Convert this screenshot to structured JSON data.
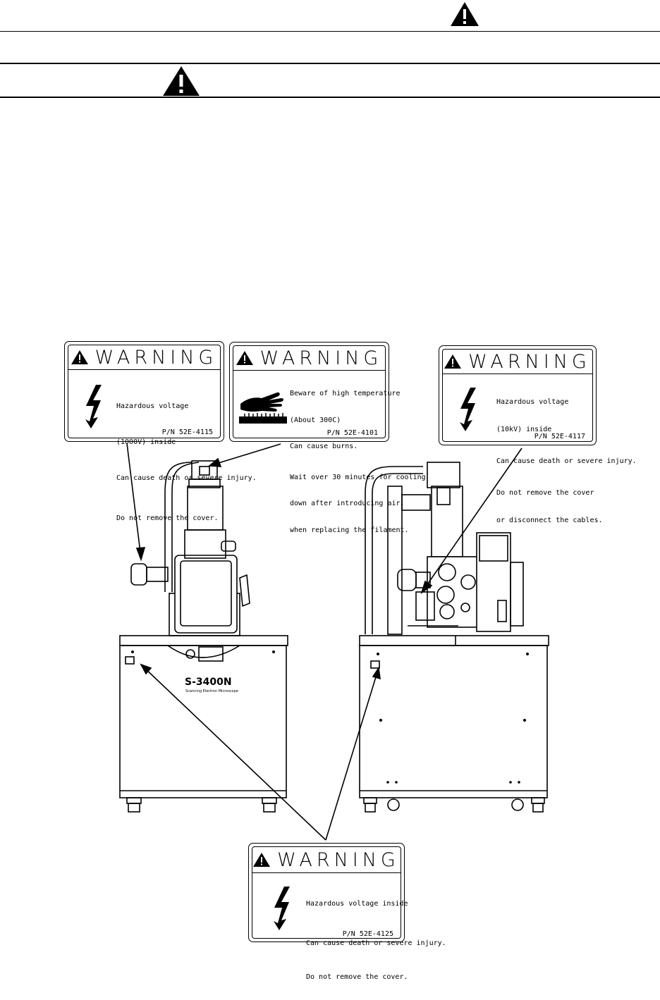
{
  "header": {
    "top_warning_icon": "warning-triangle-icon",
    "second_warning_icon": "warning-triangle-icon"
  },
  "labels": {
    "left": {
      "title": "WARNING",
      "icon": "lightning-bolt-icon",
      "lines": [
        "Hazardous voltage",
        "(1000V) inside",
        "Can cause death or severe injury.",
        "Do not remove the cover."
      ],
      "part_number": "P/N 52E-4115"
    },
    "center": {
      "title": "WARNING",
      "icon": "hot-surface-hand-icon",
      "lines": [
        "Beware of high temperature",
        "(About 300C)",
        "Can cause burns.",
        "Wait over 30 minutes for cooling",
        "down after introducing air,",
        "when replacing the filament."
      ],
      "part_number": "P/N 52E-4101"
    },
    "right": {
      "title": "WARNING",
      "icon": "lightning-bolt-icon",
      "lines": [
        "Hazardous voltage",
        "(10kV) inside",
        "Can cause death or severe injury.",
        "Do not remove the cover",
        "or disconnect the cables."
      ],
      "part_number": "P/N 52E-4117"
    },
    "bottom": {
      "title": "WARNING",
      "icon": "lightning-bolt-icon",
      "lines": [
        "Hazardous voltage inside",
        "Can cause death or severe injury.",
        "Do not remove the cover."
      ],
      "part_number": "P/N 52E-4125"
    }
  },
  "machine": {
    "model": "S-3400N",
    "subtitle": "Scanning Electron Microscope"
  }
}
